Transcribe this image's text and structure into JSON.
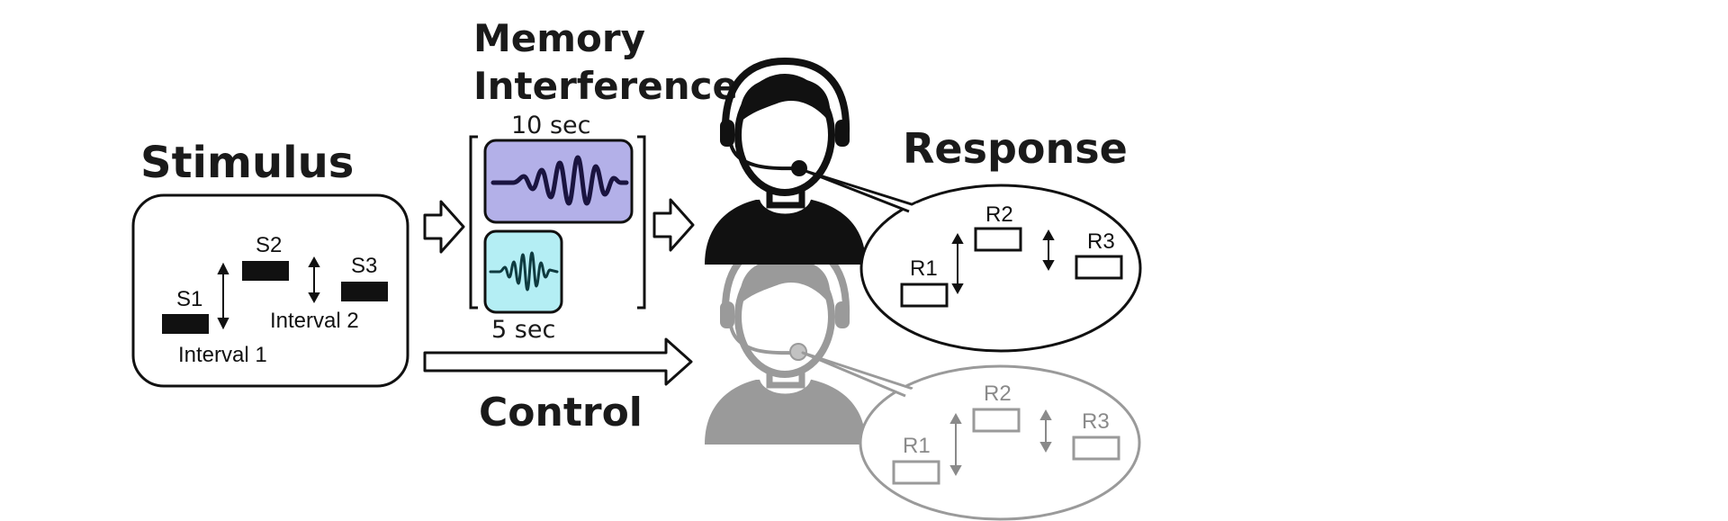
{
  "stimulus": {
    "title": "Stimulus",
    "labels": {
      "s1": "S1",
      "s2": "S2",
      "s3": "S3"
    },
    "intervals": {
      "interval1": "Interval 1",
      "interval2": "Interval 2"
    }
  },
  "interference": {
    "title_line1": "Memory",
    "title_line2": "Interference",
    "long_duration": "10 sec",
    "short_duration": "5 sec"
  },
  "control": {
    "label": "Control"
  },
  "response": {
    "title": "Response",
    "labels": {
      "r1": "R1",
      "r2": "R2",
      "r3": "R3"
    }
  },
  "colors": {
    "long_noise_fill": "#b3b0e8",
    "short_noise_fill": "#b4eef4",
    "control_gray": "#9a9a9a",
    "ink": "#111111"
  },
  "icons": {
    "participant_main": "headset-person-icon",
    "participant_control": "headset-person-icon"
  }
}
